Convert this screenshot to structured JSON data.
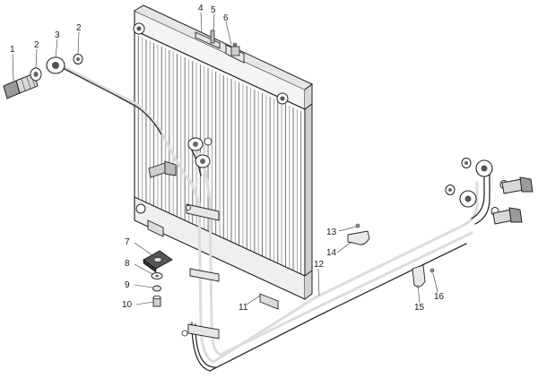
{
  "figure": {
    "kind": "exploded-parts-diagram",
    "callouts": [
      {
        "id": "c1",
        "text": "1"
      },
      {
        "id": "c2a",
        "text": "2"
      },
      {
        "id": "c3",
        "text": "3"
      },
      {
        "id": "c2b",
        "text": "2"
      },
      {
        "id": "c4",
        "text": "4"
      },
      {
        "id": "c5",
        "text": "5"
      },
      {
        "id": "c6",
        "text": "6"
      },
      {
        "id": "c7",
        "text": "7"
      },
      {
        "id": "c8",
        "text": "8"
      },
      {
        "id": "c9",
        "text": "9"
      },
      {
        "id": "c10",
        "text": "10"
      },
      {
        "id": "c11",
        "text": "11"
      },
      {
        "id": "c12",
        "text": "12"
      },
      {
        "id": "c13",
        "text": "13"
      },
      {
        "id": "c14",
        "text": "14"
      },
      {
        "id": "c15",
        "text": "15"
      },
      {
        "id": "c16",
        "text": "16"
      }
    ]
  }
}
